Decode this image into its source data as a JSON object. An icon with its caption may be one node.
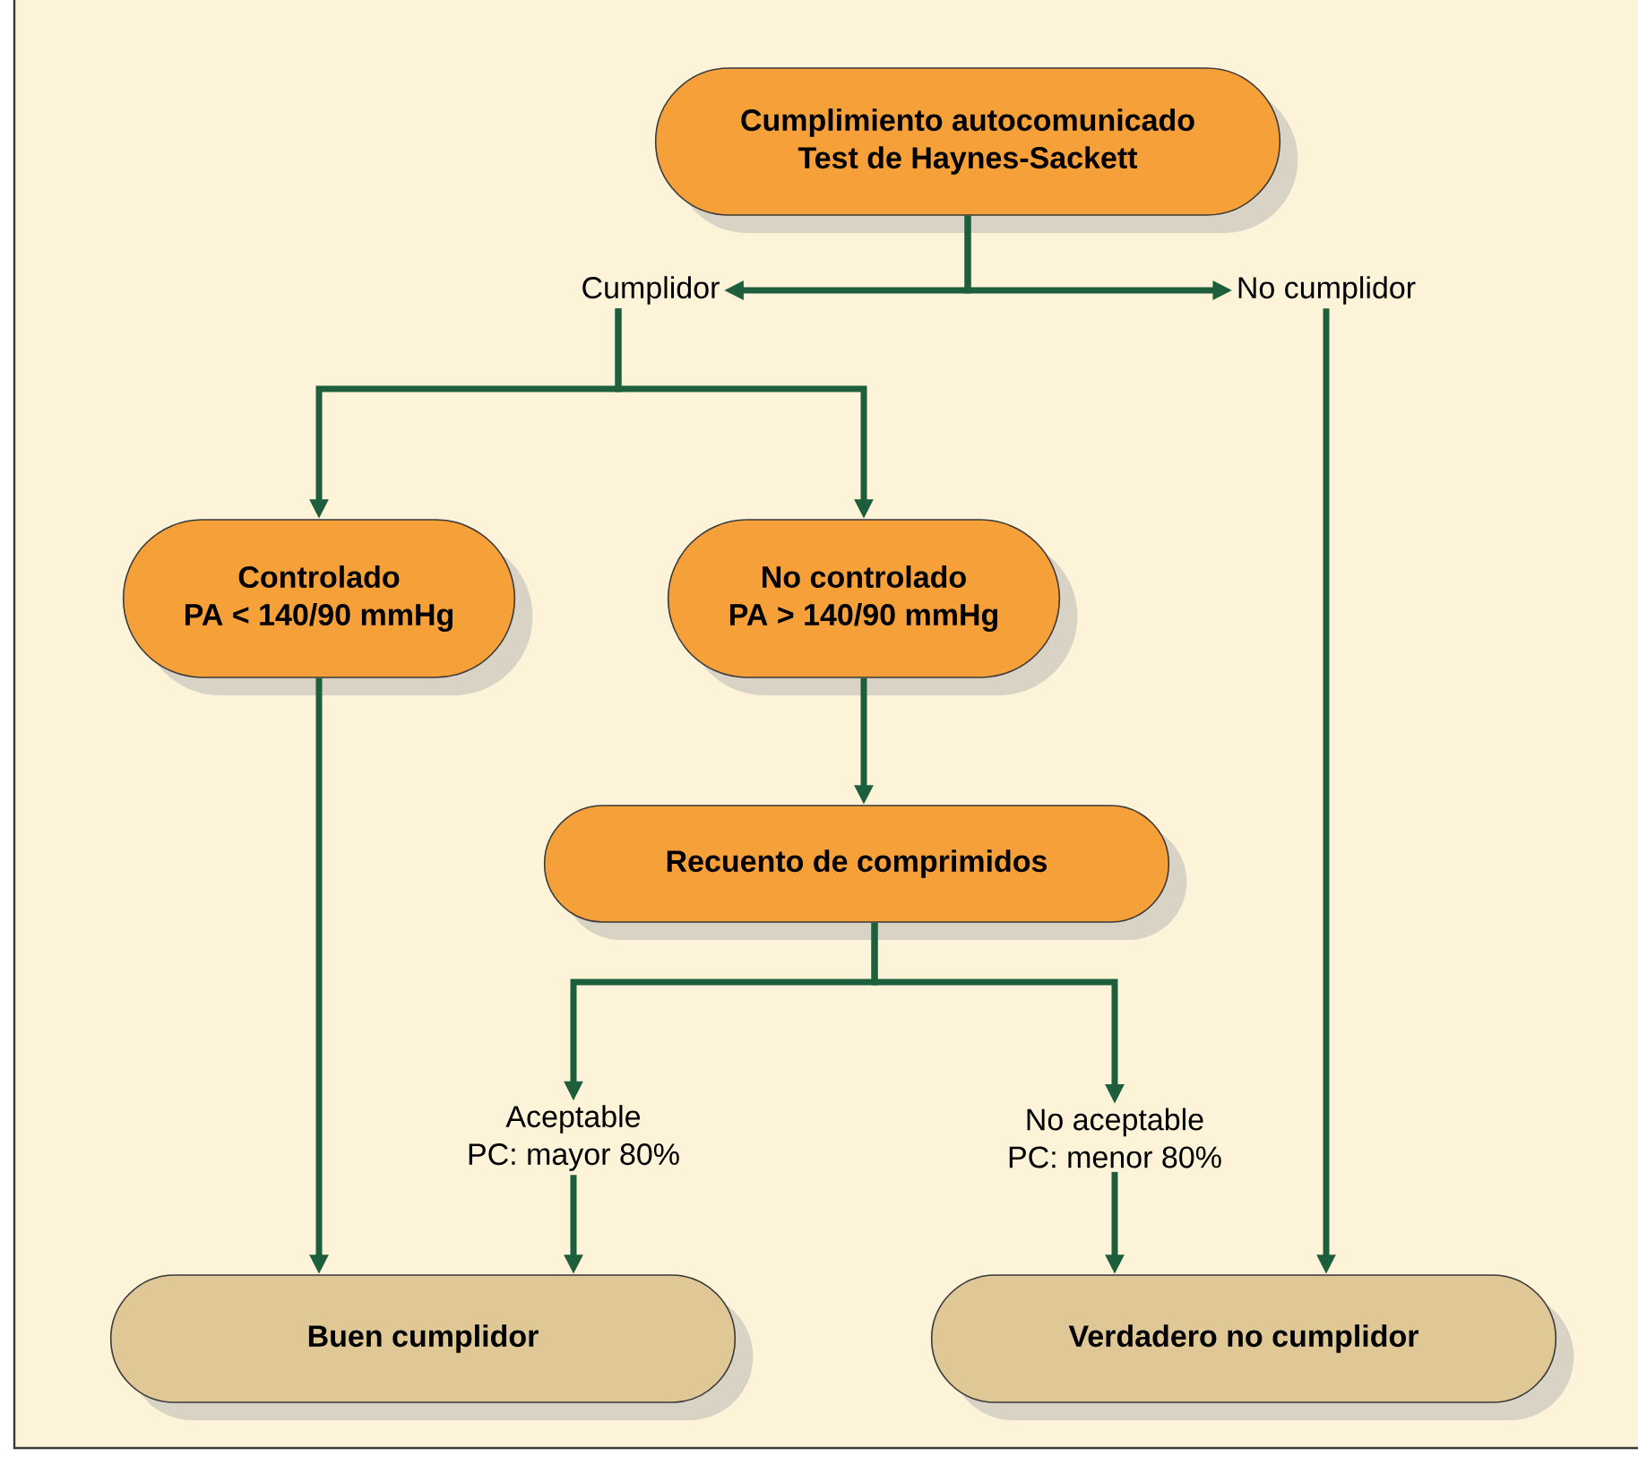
{
  "diagram": {
    "nodes": [
      {
        "text": [
          "Cumplimiento autocomunicado",
          "Test de Haynes-Sackett"
        ]
      },
      {
        "text": [
          "Cumplidor"
        ]
      },
      {
        "text": [
          "No cumplidor"
        ]
      },
      {
        "text": [
          "Controlado",
          "PA < 140/90 mmHg"
        ]
      },
      {
        "text": [
          "No controlado",
          "PA > 140/90 mmHg"
        ]
      },
      {
        "text": [
          "Recuento de comprimidos"
        ]
      },
      {
        "text": [
          "Aceptable",
          "PC: mayor 80%"
        ]
      },
      {
        "text": [
          "No aceptable",
          "PC: menor 80%"
        ]
      },
      {
        "text": [
          "Buen cumplidor"
        ]
      },
      {
        "text": [
          "Verdadero no cumplidor"
        ]
      }
    ],
    "edges": [
      {
        "from": 0,
        "to": 1,
        "arrow": "to"
      },
      {
        "from": 0,
        "to": 2,
        "arrow": "to"
      },
      {
        "from": 1,
        "to": 3,
        "arrow": "to"
      },
      {
        "from": 1,
        "to": 4,
        "arrow": "to"
      },
      {
        "from": 2,
        "to": 9,
        "arrow": "to"
      },
      {
        "from": 3,
        "to": 8,
        "arrow": "to"
      },
      {
        "from": 4,
        "to": 5,
        "arrow": "to"
      },
      {
        "from": 5,
        "to": 6,
        "arrow": "to"
      },
      {
        "from": 5,
        "to": 7,
        "arrow": "to"
      },
      {
        "from": 6,
        "to": 8,
        "arrow": "to"
      },
      {
        "from": 7,
        "to": 9,
        "arrow": "to"
      }
    ]
  }
}
